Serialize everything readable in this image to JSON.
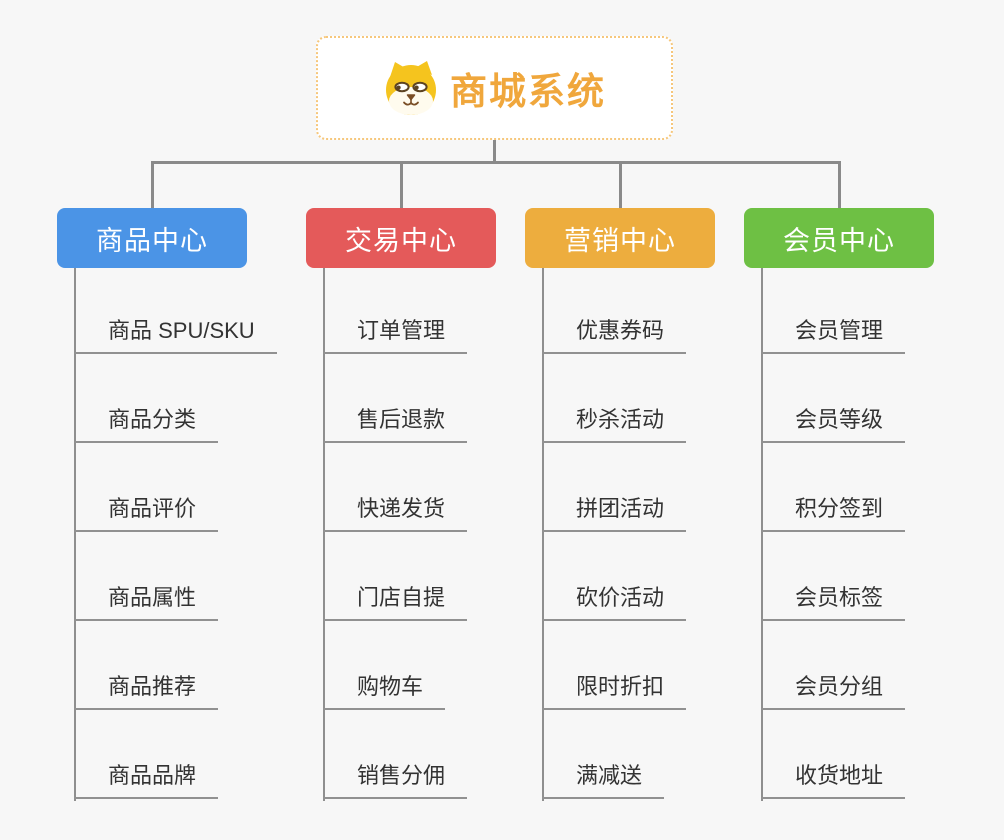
{
  "root": {
    "title": "商城系统",
    "icon": "dog-face-icon",
    "title_color": "#F0A73C",
    "border_color": "#F6C77C",
    "background": "#FFFFFF"
  },
  "canvas_background": "#F7F7F7",
  "connector_color": "#8A8A8A",
  "leaf_line_color": "#919191",
  "leaf_text_color": "#333333",
  "branches": [
    {
      "label": "商品中心",
      "color": "#4B94E6",
      "items": [
        "商品 SPU/SKU",
        "商品分类",
        "商品评价",
        "商品属性",
        "商品推荐",
        "商品品牌"
      ]
    },
    {
      "label": "交易中心",
      "color": "#E45A5A",
      "items": [
        "订单管理",
        "售后退款",
        "快递发货",
        "门店自提",
        "购物车",
        "销售分佣"
      ]
    },
    {
      "label": "营销中心",
      "color": "#EDAD3E",
      "items": [
        "优惠券码",
        "秒杀活动",
        "拼团活动",
        "砍价活动",
        "限时折扣",
        "满减送"
      ]
    },
    {
      "label": "会员中心",
      "color": "#6EC044",
      "items": [
        "会员管理",
        "会员等级",
        "积分签到",
        "会员标签",
        "会员分组",
        "收货地址"
      ]
    }
  ]
}
